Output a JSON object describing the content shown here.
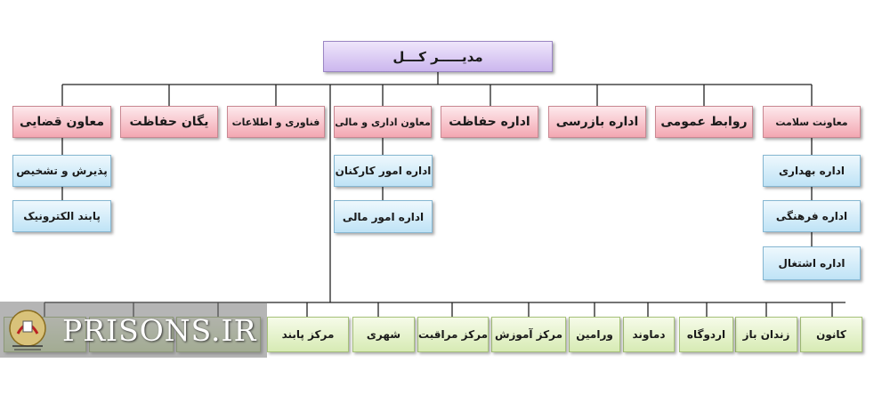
{
  "top": {
    "label": "مدیـــــر کـــل"
  },
  "row1": [
    {
      "id": "salamat",
      "label": "معاونت سلامت"
    },
    {
      "id": "ravabet",
      "label": "روابط عمومی"
    },
    {
      "id": "bazrasi",
      "label": "اداره بازرسی"
    },
    {
      "id": "hefazat",
      "label": "اداره حفاظت"
    },
    {
      "id": "edari",
      "label": "معاون اداری و مالی"
    },
    {
      "id": "fanavari",
      "label": "فناوری و اطلاعات"
    },
    {
      "id": "yegan",
      "label": "یگان حفاظت"
    },
    {
      "id": "ghazaei",
      "label": "معاون قضایی"
    }
  ],
  "salamat_children": [
    "اداره بهداری",
    "اداره فرهنگی",
    "اداره اشتغال"
  ],
  "edari_children": [
    "اداره امور کارکنان",
    "اداره امور مالی"
  ],
  "ghazaei_children": [
    "پذیرش و تشخیص",
    "پابند الکترونیک"
  ],
  "bottom_row": [
    "کانون",
    "زندان باز",
    "اردوگاه",
    "دماوند",
    "ورامین",
    "مرکز آموزش",
    "مرکز مراقبت",
    "شهری",
    "مرکز پابند",
    "",
    "",
    ""
  ],
  "watermark": {
    "text": "PRISONS.IR",
    "logo": "prisons-organization-emblem"
  }
}
